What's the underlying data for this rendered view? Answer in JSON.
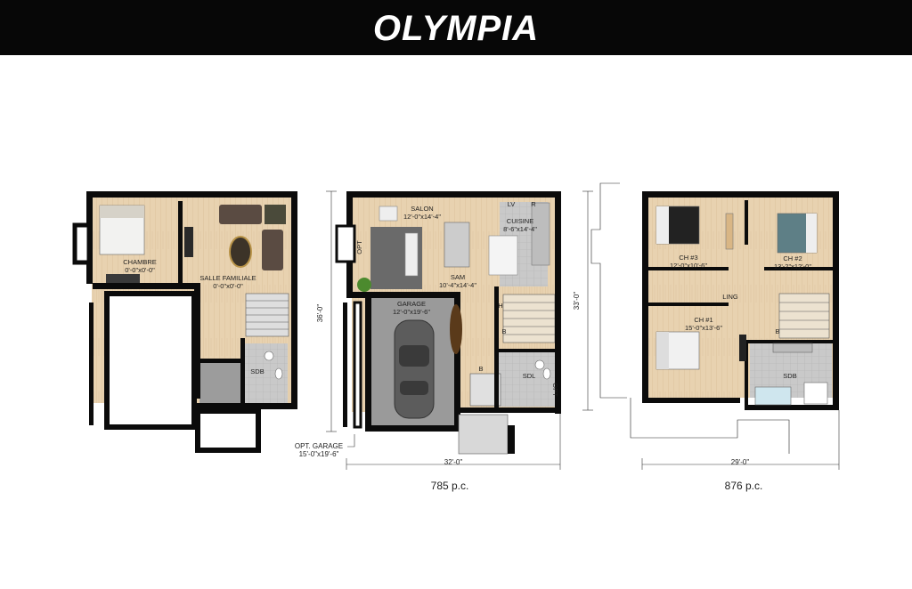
{
  "title": "OLYMPIA",
  "colors": {
    "banner": "#070707",
    "floor": "#e8d2b0",
    "wall": "#0b0b0b",
    "tile": "#b0b0b0",
    "garage_floor": "#9a9a9a"
  },
  "basement": {
    "rooms": {
      "chambre": {
        "name": "CHAMBRE",
        "dims": "0'-0\"x0'-0\""
      },
      "salle": {
        "name": "SALLE FAMILIALE",
        "dims": "0'-0\"x0'-0\""
      },
      "sdb": {
        "name": "SDB"
      }
    }
  },
  "ground": {
    "rooms": {
      "salon": {
        "name": "SALON",
        "dims": "12'-0\"x14'-4\""
      },
      "cuisine": {
        "name": "CUISINE",
        "dims": "8'-6\"x14'-4\""
      },
      "sam": {
        "name": "SAM",
        "dims": "10'-4\"x14'-4\""
      },
      "garage": {
        "name": "GARAGE",
        "dims": "12'-0\"x19'-6\""
      },
      "sdl": {
        "name": "SDL"
      },
      "opt": {
        "name": "OPT"
      },
      "opt2": {
        "name": "OPT"
      }
    },
    "labels": {
      "h": "H",
      "b": "B",
      "b2": "B",
      "lv": "LV",
      "r": "R"
    },
    "height_dim": "36'-0\"",
    "width_dim": "32'-0\"",
    "opt_garage": {
      "name": "OPT. GARAGE",
      "dims": "15'-0\"x19'-6\""
    },
    "area": "785 p.c."
  },
  "upper": {
    "rooms": {
      "ch3": {
        "name": "CH #3",
        "dims": "12'-0\"x10'-6\""
      },
      "ch2": {
        "name": "CH #2",
        "dims": "13'-2\"x12'-0\""
      },
      "ch1": {
        "name": "CH #1",
        "dims": "15'-0\"x13'-6\""
      },
      "ling": {
        "name": "LING"
      },
      "sdb": {
        "name": "SDB"
      }
    },
    "labels": {
      "b": "B"
    },
    "height_dim": "33'-0\"",
    "width_dim": "29'-0\"",
    "area": "876 p.c."
  }
}
